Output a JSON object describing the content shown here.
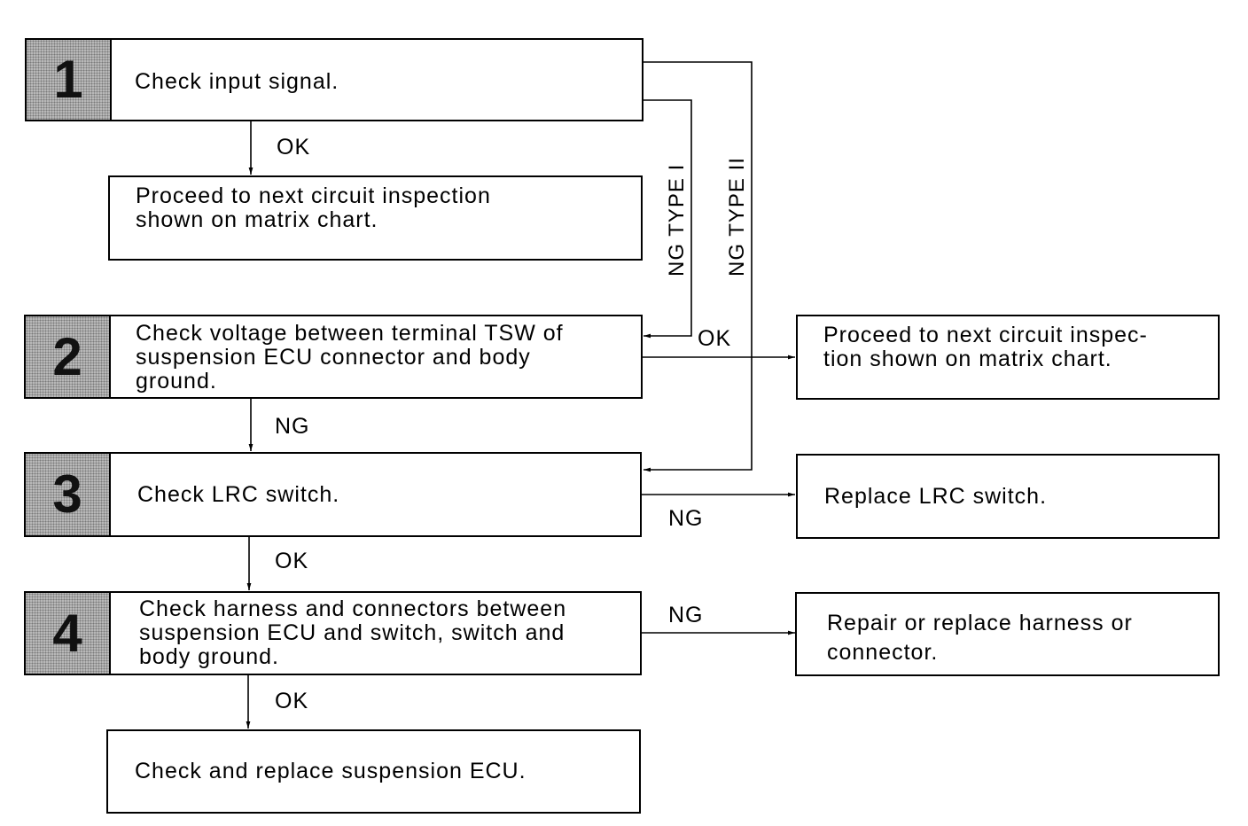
{
  "steps": [
    {
      "number": "1",
      "text": "Check input signal."
    },
    {
      "number": "2",
      "text": "Check voltage between terminal TSW of\nsuspension ECU connector and body\nground."
    },
    {
      "number": "3",
      "text": "Check LRC switch."
    },
    {
      "number": "4",
      "text": "Check harness and connectors between\nsuspension ECU and switch, switch and\nbody ground."
    }
  ],
  "results": {
    "proceed_after_1": "Proceed to next circuit inspection\nshown on matrix chart.",
    "proceed_after_2": "Proceed to next circuit inspec-\ntion shown on matrix chart.",
    "replace_lrc": "Replace LRC switch.",
    "repair_harness": "Repair or replace harness or\nconnector.",
    "replace_ecu": "Check and replace suspension ECU."
  },
  "labels": {
    "ok_1": "OK",
    "ng_type_1": "NG TYPE I",
    "ng_type_2": "NG TYPE II",
    "ok_2": "OK",
    "ng_2": "NG",
    "ng_3": "NG",
    "ok_3": "OK",
    "ng_4": "NG",
    "ok_4": "OK"
  },
  "colors": {
    "line": "#000000",
    "step_tab": "#b8b8b8"
  }
}
